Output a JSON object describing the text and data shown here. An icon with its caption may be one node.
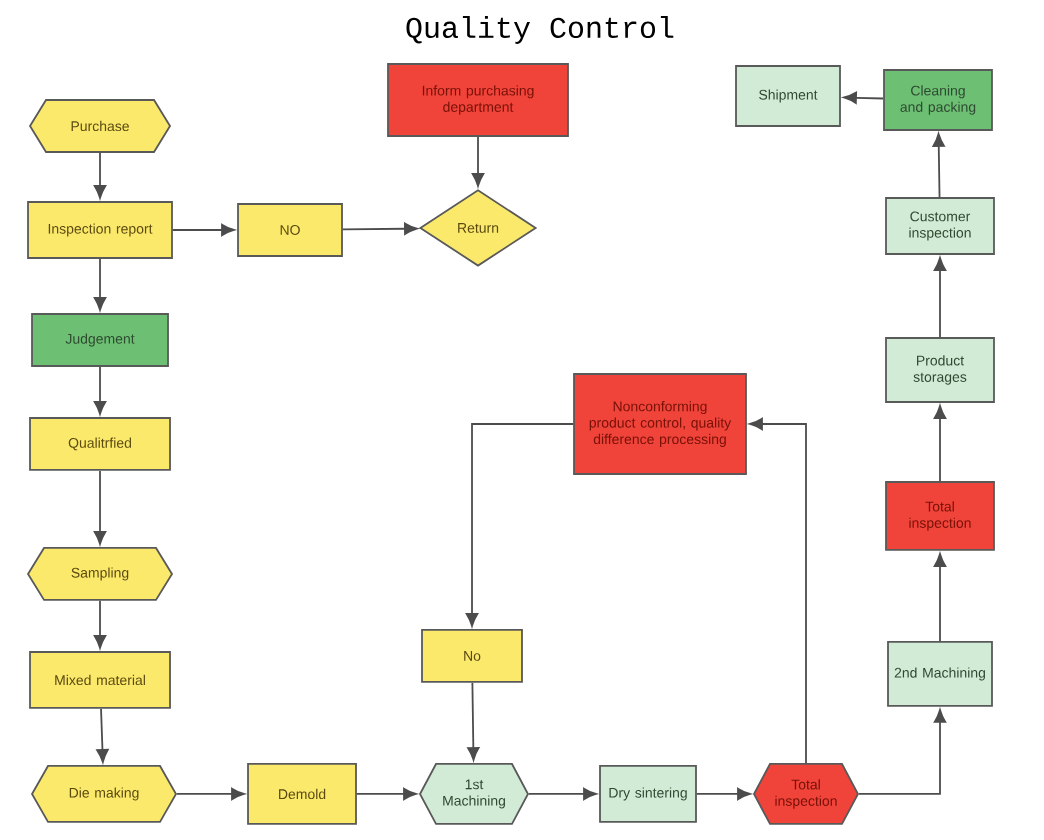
{
  "diagram": {
    "title": "Quality Control",
    "nodes": [
      {
        "text": [
          "Purchase"
        ]
      },
      {
        "text": [
          "Inspection report"
        ]
      },
      {
        "text": [
          "NO"
        ]
      },
      {
        "text": [
          "Inform purchasing department"
        ]
      },
      {
        "text": [
          "Return"
        ]
      },
      {
        "text": [
          "Judgement"
        ]
      },
      {
        "text": [
          "Qualitrfied"
        ]
      },
      {
        "text": [
          "Sampling"
        ]
      },
      {
        "text": [
          "Mixed material"
        ]
      },
      {
        "text": [
          "Die making"
        ]
      },
      {
        "text": [
          "Demold"
        ]
      },
      {
        "text": [
          "1st Machining"
        ]
      },
      {
        "text": [
          "Dry sintering"
        ]
      },
      {
        "text": [
          "Total inspection"
        ]
      },
      {
        "text": [
          "Nonconforming product control, quality difference processing"
        ]
      },
      {
        "text": [
          "No"
        ]
      },
      {
        "text": [
          "2nd Machining"
        ]
      },
      {
        "text": [
          "Total inspection"
        ]
      },
      {
        "text": [
          "Product storages"
        ]
      },
      {
        "text": [
          "Customer inspection"
        ]
      },
      {
        "text": [
          "Cleaning and packing"
        ]
      },
      {
        "text": [
          "Shipment"
        ]
      }
    ],
    "edges": [
      {
        "from": 0,
        "to": 1,
        "arrow": "to"
      },
      {
        "from": 1,
        "to": 2,
        "arrow": "to"
      },
      {
        "from": 2,
        "to": 4,
        "arrow": "to"
      },
      {
        "from": 3,
        "to": 4,
        "arrow": "to"
      },
      {
        "from": 1,
        "to": 5,
        "arrow": "to"
      },
      {
        "from": 5,
        "to": 6,
        "arrow": "to"
      },
      {
        "from": 6,
        "to": 7,
        "arrow": "to"
      },
      {
        "from": 7,
        "to": 8,
        "arrow": "to"
      },
      {
        "from": 8,
        "to": 9,
        "arrow": "to"
      },
      {
        "from": 9,
        "to": 10,
        "arrow": "to"
      },
      {
        "from": 10,
        "to": 11,
        "arrow": "to"
      },
      {
        "from": 11,
        "to": 12,
        "arrow": "to"
      },
      {
        "from": 12,
        "to": 13,
        "arrow": "to"
      },
      {
        "from": 13,
        "to": 14,
        "arrow": "to"
      },
      {
        "from": 14,
        "to": 15,
        "arrow": "to"
      },
      {
        "from": 15,
        "to": 11,
        "arrow": "to"
      },
      {
        "from": 13,
        "to": 16,
        "arrow": "to"
      },
      {
        "from": 16,
        "to": 17,
        "arrow": "to"
      },
      {
        "from": 17,
        "to": 18,
        "arrow": "to"
      },
      {
        "from": 18,
        "to": 19,
        "arrow": "to"
      },
      {
        "from": 19,
        "to": 20,
        "arrow": "to"
      },
      {
        "from": 20,
        "to": 21,
        "arrow": "to"
      }
    ]
  }
}
